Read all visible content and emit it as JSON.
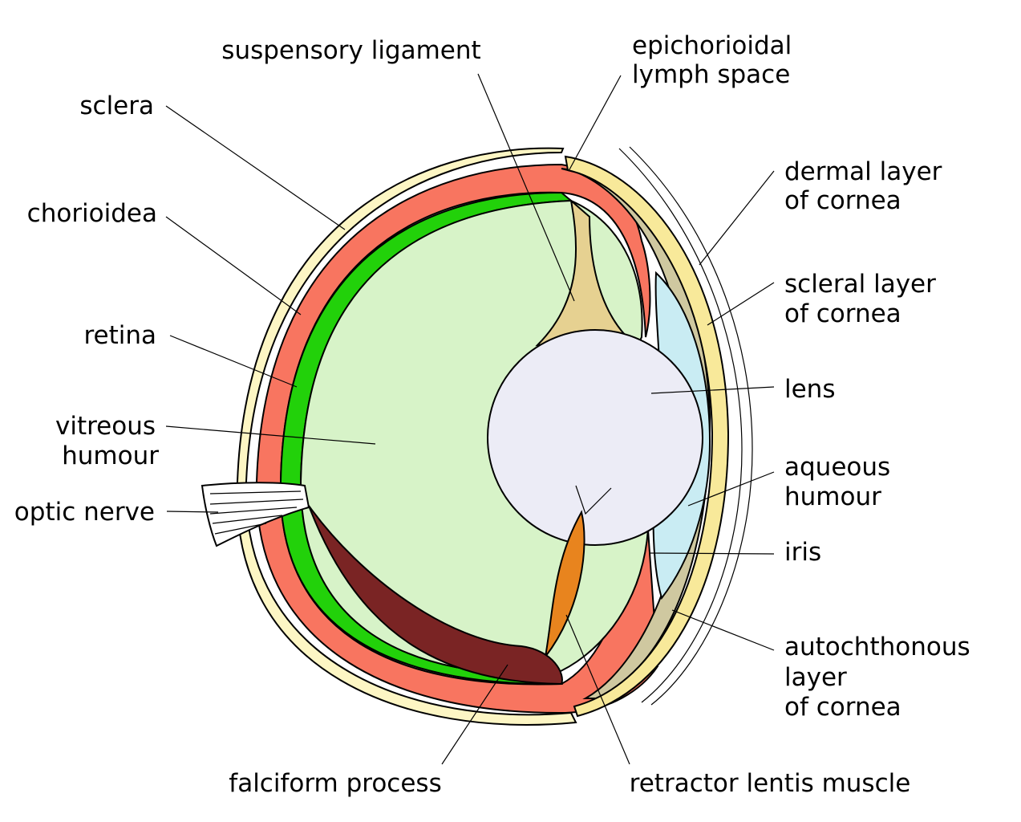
{
  "colors": {
    "sclera": "#fdf6c4",
    "chorioidea": "#f87560",
    "retina": "#22d10a",
    "vitreous": "#d7f3c8",
    "lens": "#ececf6",
    "aqueous": "#c9ecf3",
    "cornea_dermal": "#f8e99a",
    "cornea_autochthonous": "#cfc8a0",
    "suspensory": "#e6d191",
    "retractor": "#e8841e",
    "falciform": "#7a2424",
    "optic_nerve": "#ffffff"
  },
  "labels": {
    "sclera": "sclera",
    "chorioidea": "chorioidea",
    "retina": "retina",
    "vitreous_1": "vitreous",
    "vitreous_2": "humour",
    "optic_nerve": "optic nerve",
    "suspensory": "suspensory ligament",
    "epichorioidal_1": "epichorioidal",
    "epichorioidal_2": "lymph space",
    "dermal_1": "dermal layer",
    "dermal_2": "of cornea",
    "scleral_1": "scleral layer",
    "scleral_2": "of cornea",
    "lens": "lens",
    "aqueous_1": "aqueous",
    "aqueous_2": "humour",
    "iris": "iris",
    "autoch_1": "autochthonous",
    "autoch_2": "layer",
    "autoch_3": "of cornea",
    "falciform": "falciform process",
    "retractor": "retractor lentis muscle"
  }
}
